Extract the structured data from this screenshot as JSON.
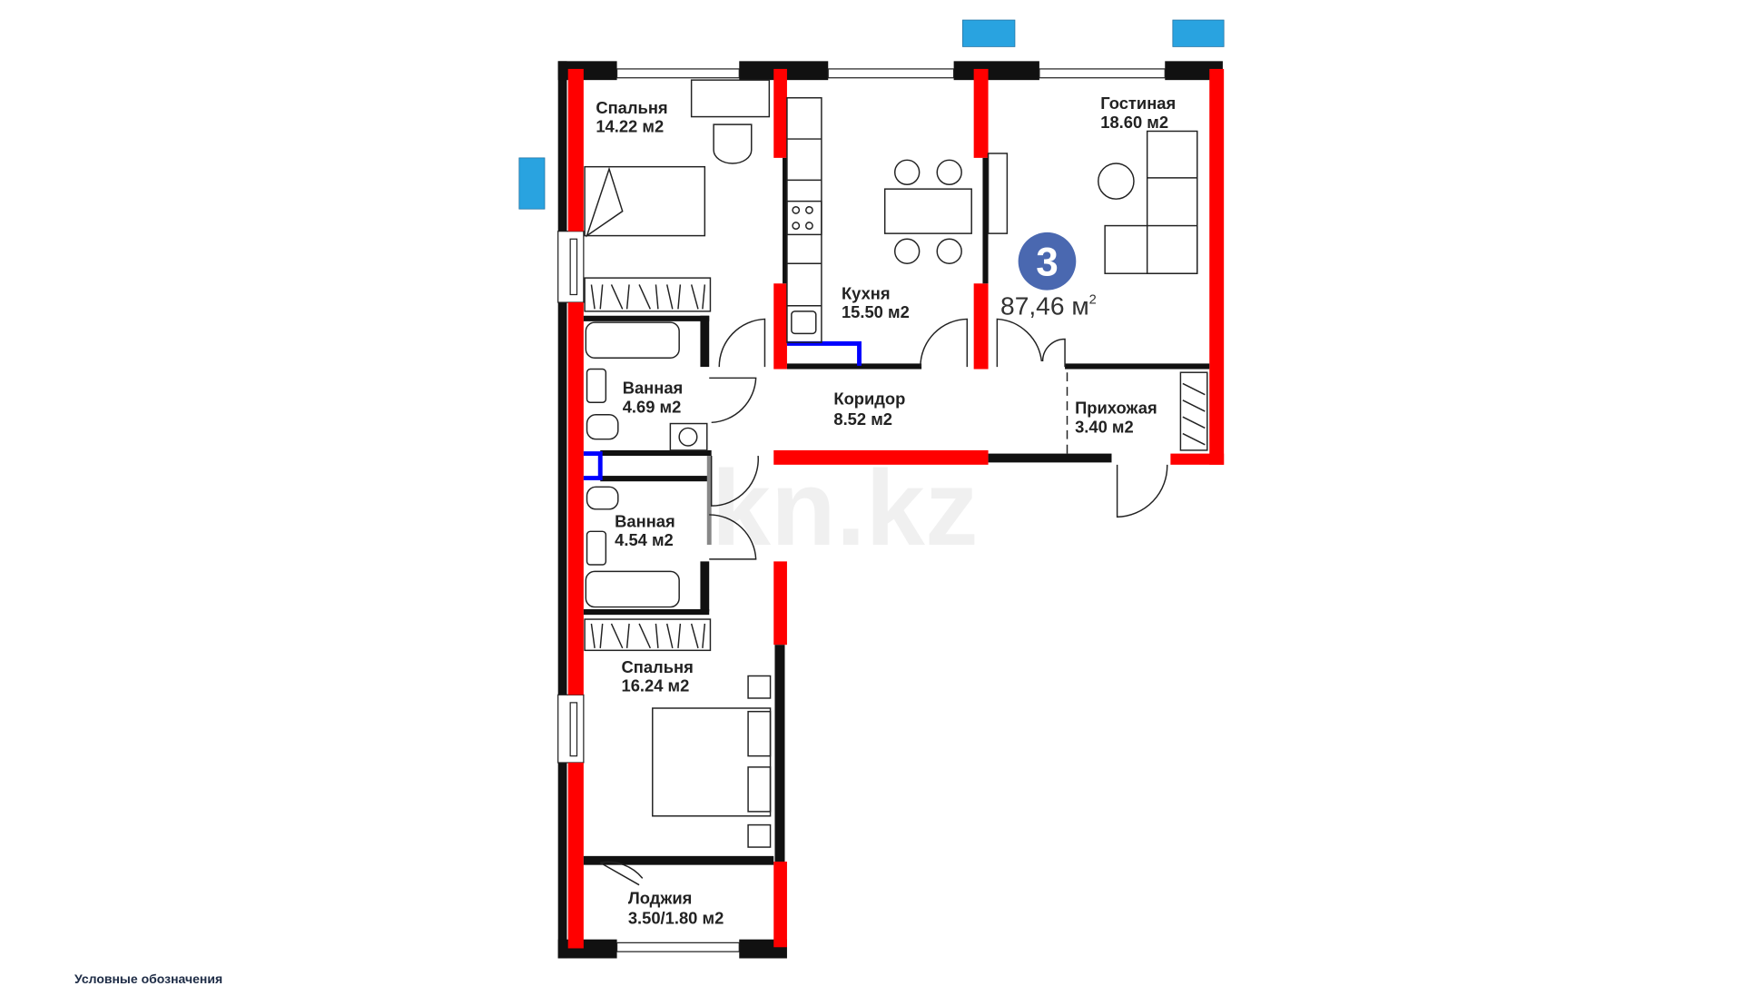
{
  "plan": {
    "apartment_number": "3",
    "total_area": "87,46 м",
    "total_area_sup": "2",
    "watermark": "kn.kz",
    "legend_title": "Условные обозначения"
  },
  "rooms": [
    {
      "name": "Спальня",
      "area": "14.22 м2"
    },
    {
      "name": "Кухня",
      "area": "15.50 м2"
    },
    {
      "name": "Гостиная",
      "area": "18.60 м2"
    },
    {
      "name": "Ванная",
      "area": "4.69 м2"
    },
    {
      "name": "Коридор",
      "area": "8.52 м2"
    },
    {
      "name": "Прихожая",
      "area": "3.40 м2"
    },
    {
      "name": "Ванная",
      "area": "4.54 м2"
    },
    {
      "name": "Спальня",
      "area": "16.24 м2"
    },
    {
      "name": "Лоджия",
      "area": "3.50/1.80 м2"
    }
  ],
  "colors": {
    "bearing_wall": "#ff0000",
    "wall": "#000000",
    "shaft": "#0000ff",
    "ac_unit": "#29a3e0",
    "badge": "#4a68b0"
  }
}
